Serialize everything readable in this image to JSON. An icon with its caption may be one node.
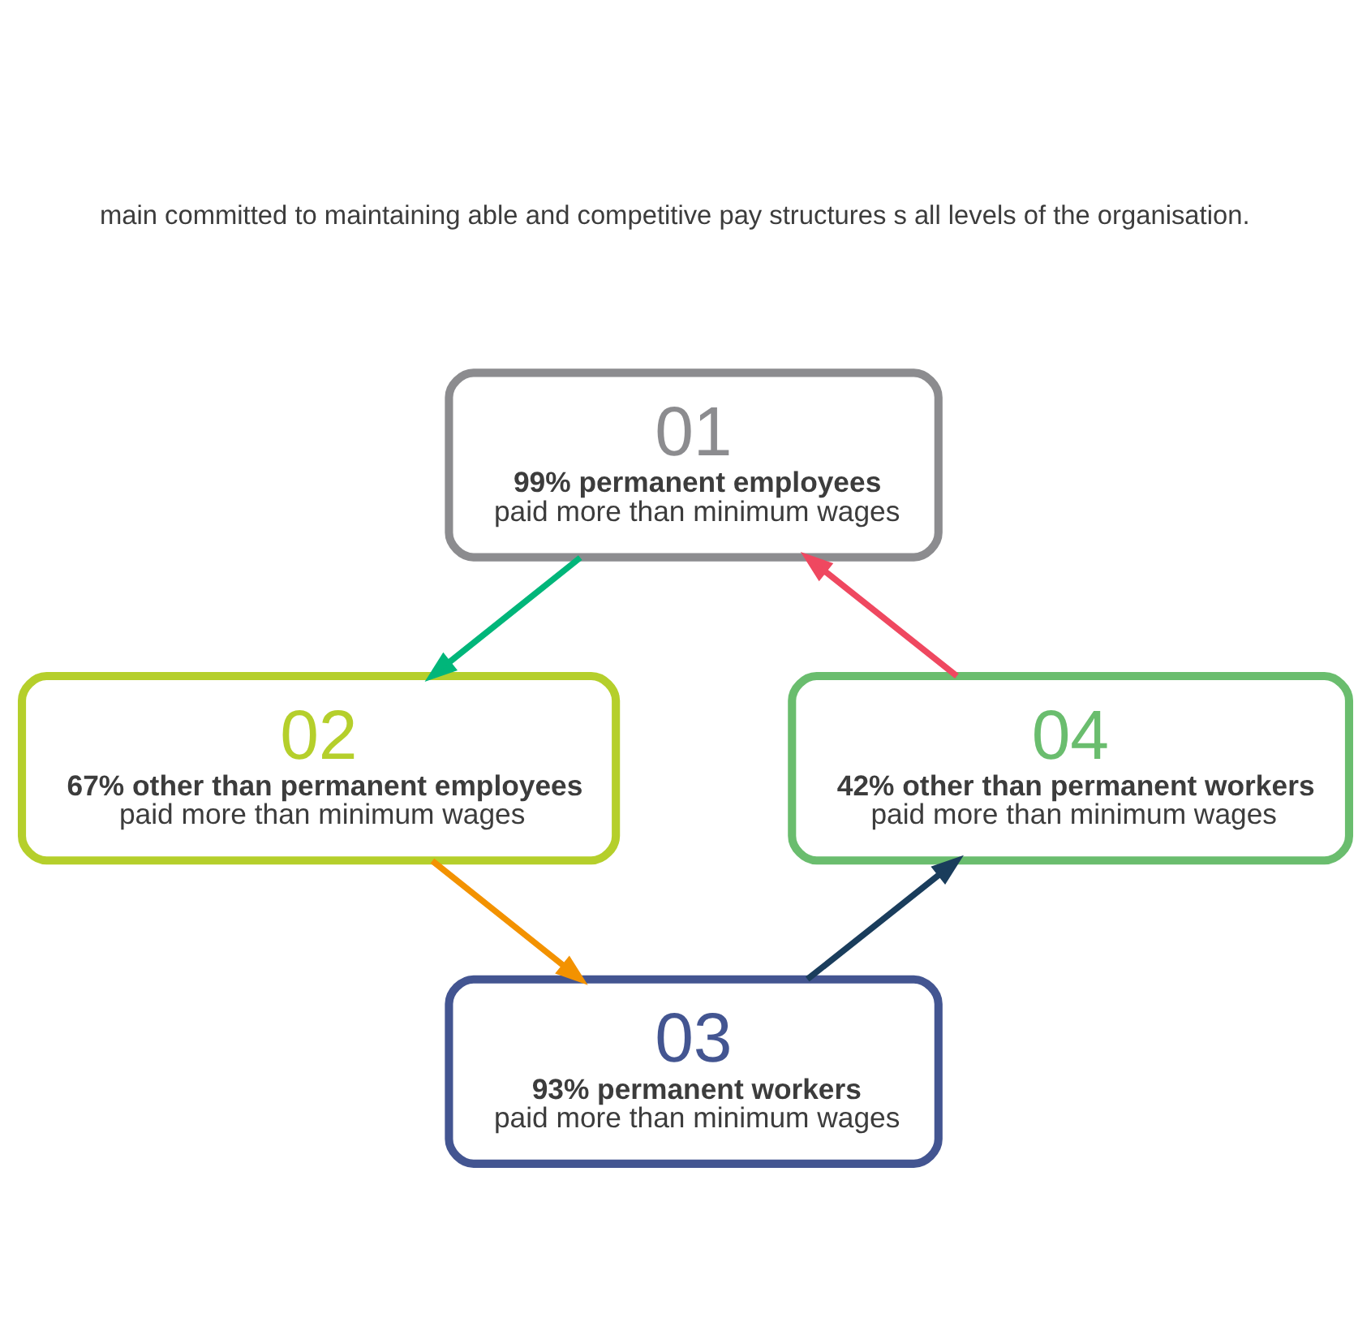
{
  "diagram": {
    "nodes": [
      {
        "text": [
          "01",
          "99% permanent employees",
          "paid more than minimum wages"
        ]
      },
      {
        "text": [
          "02",
          "67% other than permanent employees",
          "paid more than minimum wages"
        ]
      },
      {
        "text": [
          "03",
          "93% permanent workers",
          "paid more than minimum wages"
        ]
      },
      {
        "text": [
          "04",
          "42% other than permanent workers",
          "paid more than minimum wages"
        ]
      }
    ],
    "edges": [
      {
        "from": 0,
        "to": 1,
        "arrow": "to",
        "color": "#00b67a"
      },
      {
        "from": 1,
        "to": 2,
        "arrow": "to",
        "color": "#f39200"
      },
      {
        "from": 2,
        "to": 3,
        "arrow": "to",
        "color": "#1a3d5c"
      },
      {
        "from": 3,
        "to": 0,
        "arrow": "to",
        "color": "#ef4860"
      }
    ],
    "labels": [
      "main committed to maintaining able and competitive pay structures s all levels of the organisation."
    ]
  }
}
